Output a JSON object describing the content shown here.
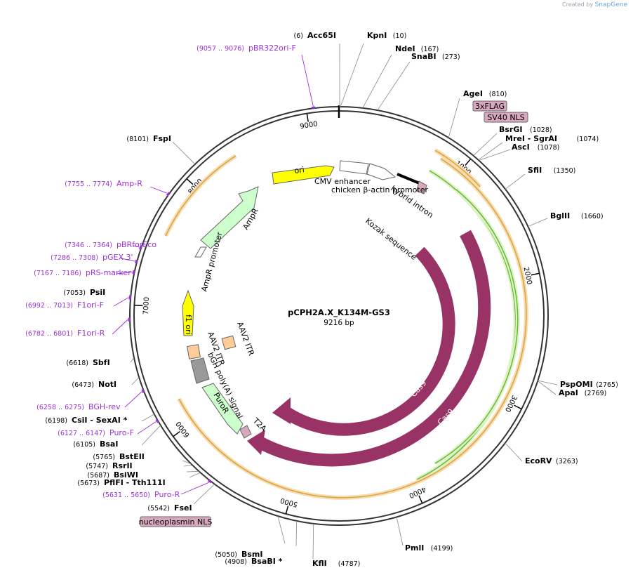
{
  "watermark": {
    "prefix": "Created by",
    "brand": "SnapGene"
  },
  "plasmid": {
    "name": "pCPH2A.X_K134M-GS3",
    "length_label": "9216 bp"
  },
  "tick_marks": [
    {
      "label": "1000",
      "angle": 40
    },
    {
      "label": "2000",
      "angle": 78
    },
    {
      "label": "3000",
      "angle": 117
    },
    {
      "label": "4000",
      "angle": 156
    },
    {
      "label": "5000",
      "angle": 195
    },
    {
      "label": "6000",
      "angle": 234
    },
    {
      "label": "7000",
      "angle": 273
    },
    {
      "label": "8000",
      "angle": 312
    },
    {
      "label": "9000",
      "angle": 351
    }
  ],
  "enzymes_right": [
    {
      "pos": "(6)",
      "name": "Acc65I"
    },
    {
      "pos": "(10)",
      "name": "KpnI"
    },
    {
      "pos": "(167)",
      "name": "NdeI"
    },
    {
      "pos": "(273)",
      "name": "SnaBI"
    },
    {
      "pos": "(810)",
      "name": "AgeI"
    },
    {
      "pos": "(1028)",
      "name": "BsrGI"
    },
    {
      "pos": "(1074)",
      "name": "MreI  - SgrAI"
    },
    {
      "pos": "(1078)",
      "name": "AscI"
    },
    {
      "pos": "(1350)",
      "name": "SfiI"
    },
    {
      "pos": "(1660)",
      "name": "BglII"
    },
    {
      "pos": "(2765)",
      "name": "PspOMI"
    },
    {
      "pos": "(2769)",
      "name": "ApaI"
    },
    {
      "pos": "(3263)",
      "name": "EcoRV"
    },
    {
      "pos": "(4199)",
      "name": "PmlI"
    },
    {
      "pos": "(4787)",
      "name": "KflI"
    }
  ],
  "enzymes_left": [
    {
      "pos": "(8101)",
      "name": "FspI"
    },
    {
      "pos": "(7053)",
      "name": "PsiI"
    },
    {
      "pos": "(6618)",
      "name": "SbfI"
    },
    {
      "pos": "(6473)",
      "name": "NotI"
    },
    {
      "pos": "(6198)",
      "name": "CsiI  - SexAI *"
    },
    {
      "pos": "(6105)",
      "name": "BsaI"
    },
    {
      "pos": "(5765)",
      "name": "BstEII"
    },
    {
      "pos": "(5747)",
      "name": "RsrII"
    },
    {
      "pos": "(5687)",
      "name": "BsiWI"
    },
    {
      "pos": "(5673)",
      "name": "PflFI  - Tth111I"
    },
    {
      "pos": "(5542)",
      "name": "FseI"
    },
    {
      "pos": "(5050)",
      "name": "BsmI"
    },
    {
      "pos": "(4908)",
      "name": "BsaBI *"
    }
  ],
  "primers": [
    {
      "pos": "(9057 .. 9076)",
      "name": "pBR322ori-F"
    },
    {
      "pos": "(7755 .. 7774)",
      "name": "Amp-R"
    },
    {
      "pos": "(7346 .. 7364)",
      "name": "pBRforEco"
    },
    {
      "pos": "(7286 .. 7308)",
      "name": "pGEX 3'"
    },
    {
      "pos": "(7167 .. 7186)",
      "name": "pRS-marker"
    },
    {
      "pos": "(6992 .. 7013)",
      "name": "F1ori-F"
    },
    {
      "pos": "(6782 .. 6801)",
      "name": "F1ori-R"
    },
    {
      "pos": "(6258 .. 6275)",
      "name": "BGH-rev"
    },
    {
      "pos": "(6127 .. 6147)",
      "name": "Puro-F"
    },
    {
      "pos": "(5631 .. 5650)",
      "name": "Puro-R"
    }
  ],
  "feature_boxes": {
    "flag": "3xFLAG",
    "sv40_nls": "SV40 NLS",
    "nucleoplasmin_nls": "nucleoplasmin NLS"
  },
  "feature_labels": {
    "ori": "ori",
    "cmv_enhancer": "CMV enhancer",
    "cba_promoter": "chicken β-actin promoter",
    "hybrid_intron": "hybrid intron",
    "kozak": "Kozak sequence",
    "ampr": "AmpR",
    "ampr_promoter": "AmpR promoter",
    "f1_ori": "f1 ori",
    "aav2_itr_left": "AAV2 ITR",
    "aav2_itr_right": "AAV2 ITR",
    "bgh": "bGH poly(A) signal",
    "puror": "PuroR",
    "t2a": "T2A",
    "cas9_inner": "Cas9",
    "cas9_outer": "Cas9"
  },
  "colors": {
    "backbone": "#333333",
    "cas9": "#993366",
    "ori": "#ffff00",
    "ampr": "#ccffcc",
    "itr": "#ffcc99",
    "bgh": "#999999",
    "orange_feature": "#d9a441",
    "green_feature": "#66bb33",
    "primer": "#9b30d9",
    "nls_box": "#d8a8bc"
  }
}
